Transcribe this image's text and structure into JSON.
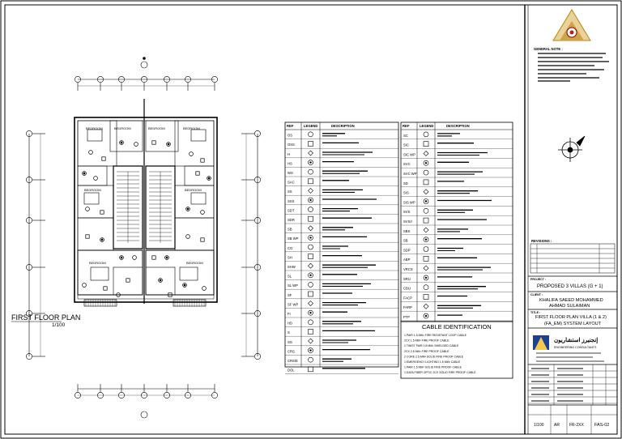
{
  "drawing": {
    "plan_title": "FIRST FLOOR PLAN",
    "plan_scale": "1/100",
    "room_label": "BEDROOM",
    "cable_title": "CABLE IDENTIFICATION"
  },
  "legend": {
    "headers": [
      "REF",
      "LEGEND",
      "DESCRIPTION"
    ],
    "left_refs": [
      "OS",
      "OSS",
      "H",
      "HS",
      "WS",
      "SAC",
      "SS",
      "SSS",
      "SDT",
      "SDR",
      "SB",
      "SB WP",
      "CG",
      "SH",
      "SHW",
      "SL",
      "SL WP",
      "SF",
      "SF WP",
      "FI",
      "HD",
      "S",
      "SG",
      "CRS",
      "CRS/E",
      "DOL"
    ],
    "right_refs": [
      "SC",
      "SIC",
      "SIC WP",
      "SVC",
      "SVC WP",
      "SD",
      "SIS",
      "SIS WP",
      "SVS",
      "SVS/I",
      "SBS",
      "SB",
      "SDP",
      "ABP",
      "VRCS",
      "SRU",
      "CBU",
      "FACP",
      "FARP",
      "FTP"
    ]
  },
  "cables": [
    "1 PAIR 1.5 MM² FIRE RESISTANT LOOP CABLE",
    "2CX 1.5 MM² FIRE PROOF CABLE",
    "1 TWIST PAIR 0.8 MM² SHIELDED CABLE",
    "2CX 2.5 MM² FIRE PROOF CABLE",
    "2 CORE 2.5 MM² SOLID FIRE PROOF CABLE",
    "1 EMERGENCY LIGHTING 1.5 MM² CABLE",
    "1 PAIR 1.5 MM² SOLID FIRE PROOF CABLE",
    "1 DATA FIBER OPTIC 2CX SOLID FIRE PROOF CABLE"
  ],
  "titleblock": {
    "general_note_label": "GENERAL NOTE :",
    "revisions_label": "REVISIONS :",
    "project_label": "PROJECT :",
    "project_name": "PROPOSED 3 VILLAS (G + 1)",
    "client_label": "CLIENT :",
    "client_name_1": "KHALIFA SAEED MOHAMMED",
    "client_name_2": "AHMAD SULAIMAN",
    "title_label": "TITLE :",
    "drawing_title_1": "FIRST FLOOR PLAN VILLA (1 & 2)",
    "drawing_title_2": "(FA_EM) SYSTEM LAYOUT",
    "firm_name_ar": "إنجنيرز استشاريون",
    "firm_name_en": "ENGINEERING CONSULTANTS",
    "scale_value": "1/100",
    "sheet_code_1": "AR",
    "sheet_code_2": "FR-2XX",
    "drawing_no": "FAS-02"
  }
}
